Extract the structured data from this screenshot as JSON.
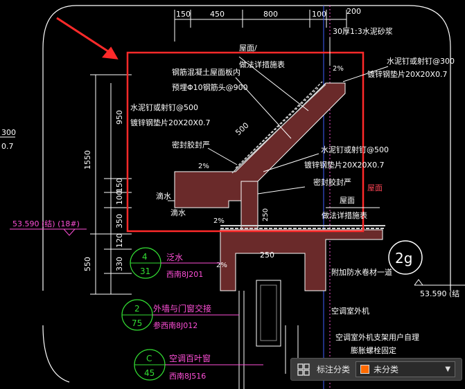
{
  "drawing": {
    "dims_top": [
      "150",
      "450",
      "800",
      "100",
      "200"
    ],
    "dims_left": [
      "950",
      "1550",
      "150",
      "100",
      "350",
      "120",
      "330",
      "550"
    ],
    "dim_small": [
      "500",
      "250",
      "250",
      "2%",
      "2%",
      "2%",
      "2%"
    ],
    "elevation_left": "53.590 (结) (18#)",
    "elevation_right": "53.590 (结",
    "edge_left_1": "300",
    "edge_left_2": "0.7",
    "notes": {
      "wumian_top": "屋面/",
      "zuofa_top": "做法详措施表",
      "cement_mortar": "30厚1:3水泥砂浆",
      "nail_top_right_1": "水泥钉或射钉@300",
      "nail_top_right_2": "镀锌钢垫片20X20X0.7",
      "rc_slab": "钢筋混凝土屋面板内",
      "embed_bar": "预埋Φ10钢筋头@900",
      "nail_left_1": "水泥钉或射钉@500",
      "nail_left_2": "镀锌钢垫片20X20X0.7",
      "sealant_left": "密封胶封严",
      "nail_mid_1": "水泥钉或射钉@500",
      "nail_mid_2": "镀锌钢垫片20X20X0.7",
      "sealant_mid": "密封胶封严",
      "roof_red": "屋面",
      "wumian_mid": "屋面",
      "zuofa_mid": "做法详措施表",
      "drip_1": "滴水",
      "drip_2": "滴水",
      "waterproof": "附加防水卷材一道",
      "ac_unit": "空调室外机",
      "ac_bracket": "空调室外机支架用户自理",
      "anchor_bolt": "膨胀螺栓固定"
    },
    "callouts": [
      {
        "top": "4",
        "bottom": "31",
        "title": "泛水",
        "ref": "西南8J201"
      },
      {
        "top": "2",
        "bottom": "75",
        "title": "外墙与门窗交接",
        "ref": "参西南8J012"
      },
      {
        "top": "C",
        "bottom": "45",
        "title": "空调百叶窗",
        "ref": "西南8J516"
      }
    ],
    "detail_tag": "2g"
  },
  "toolbar": {
    "label": "标注分类",
    "selected": "未分类",
    "swatch_color": "#ff6a00",
    "icon": "annotation-grid-icon"
  },
  "colors": {
    "highlight_box": "#ff2a2a",
    "arrow": "#ff2a2a",
    "line_white": "#ffffff",
    "line_green": "#33dd33",
    "line_magenta": "#ff4fd8"
  }
}
